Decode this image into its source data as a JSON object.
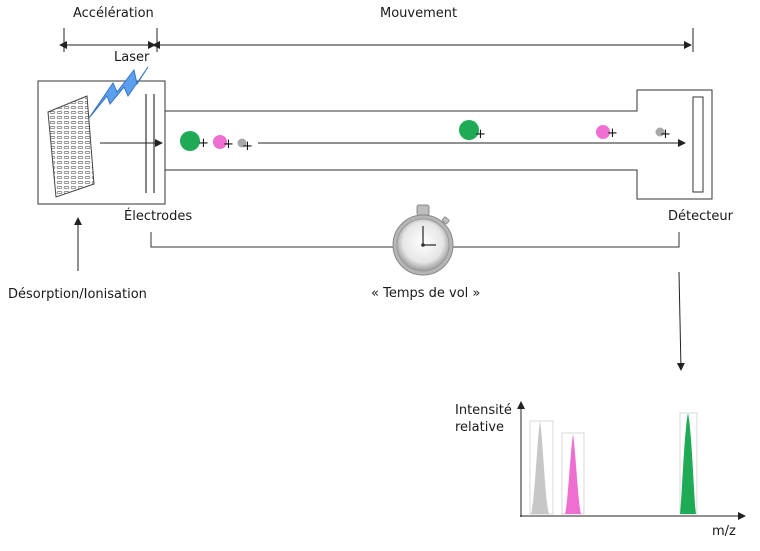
{
  "labels": {
    "acceleration": "Accélération",
    "movement": "Mouvement",
    "laser": "Laser",
    "electrodes": "Électrodes",
    "detector": "Détecteur",
    "desorption": "Désorption/Ionisation",
    "time_of_flight": "« Temps de vol »",
    "intensity_line1": "Intensité",
    "intensity_line2": "relative",
    "mz": "m/z"
  },
  "ion_charge_symbol": "+",
  "colors": {
    "ion_heavy": "#1faa55",
    "ion_medium": "#ee6fd0",
    "ion_light": "#a8a8a8",
    "laser": "#5aa0ee",
    "outline": "#333333"
  },
  "spectrum": {
    "peaks": [
      {
        "ion": "light",
        "mz_rank": 1
      },
      {
        "ion": "medium",
        "mz_rank": 2
      },
      {
        "ion": "heavy",
        "mz_rank": 3
      }
    ]
  }
}
